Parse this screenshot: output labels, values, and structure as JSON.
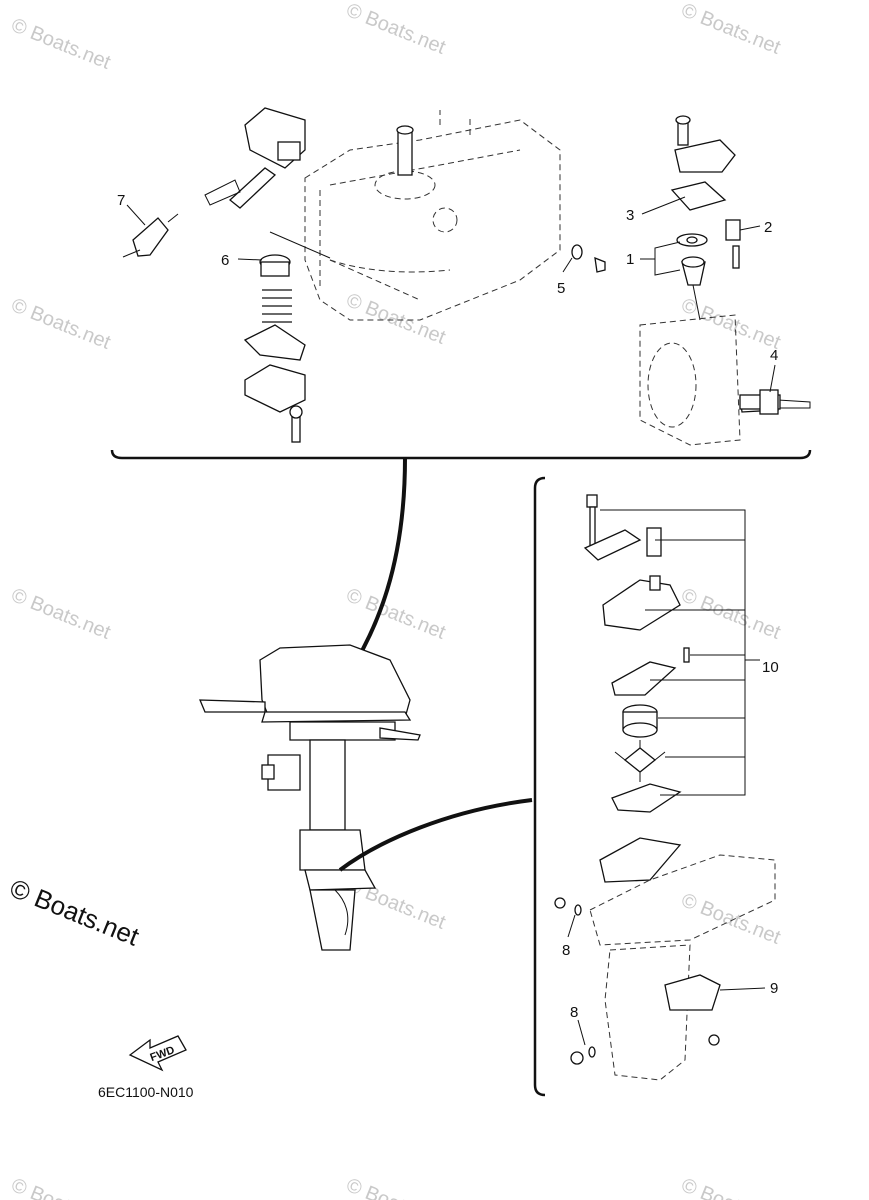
{
  "watermark": "© Boats.net",
  "watermark_main": "© Boats.net",
  "diagram_code": "6EC1100-N010",
  "fwd_label": "FWD",
  "callouts": {
    "c1": "1",
    "c2": "2",
    "c3": "3",
    "c4": "4",
    "c5": "5",
    "c6": "6",
    "c7": "7",
    "c8a": "8",
    "c8b": "8",
    "c9": "9",
    "c10": "10"
  }
}
